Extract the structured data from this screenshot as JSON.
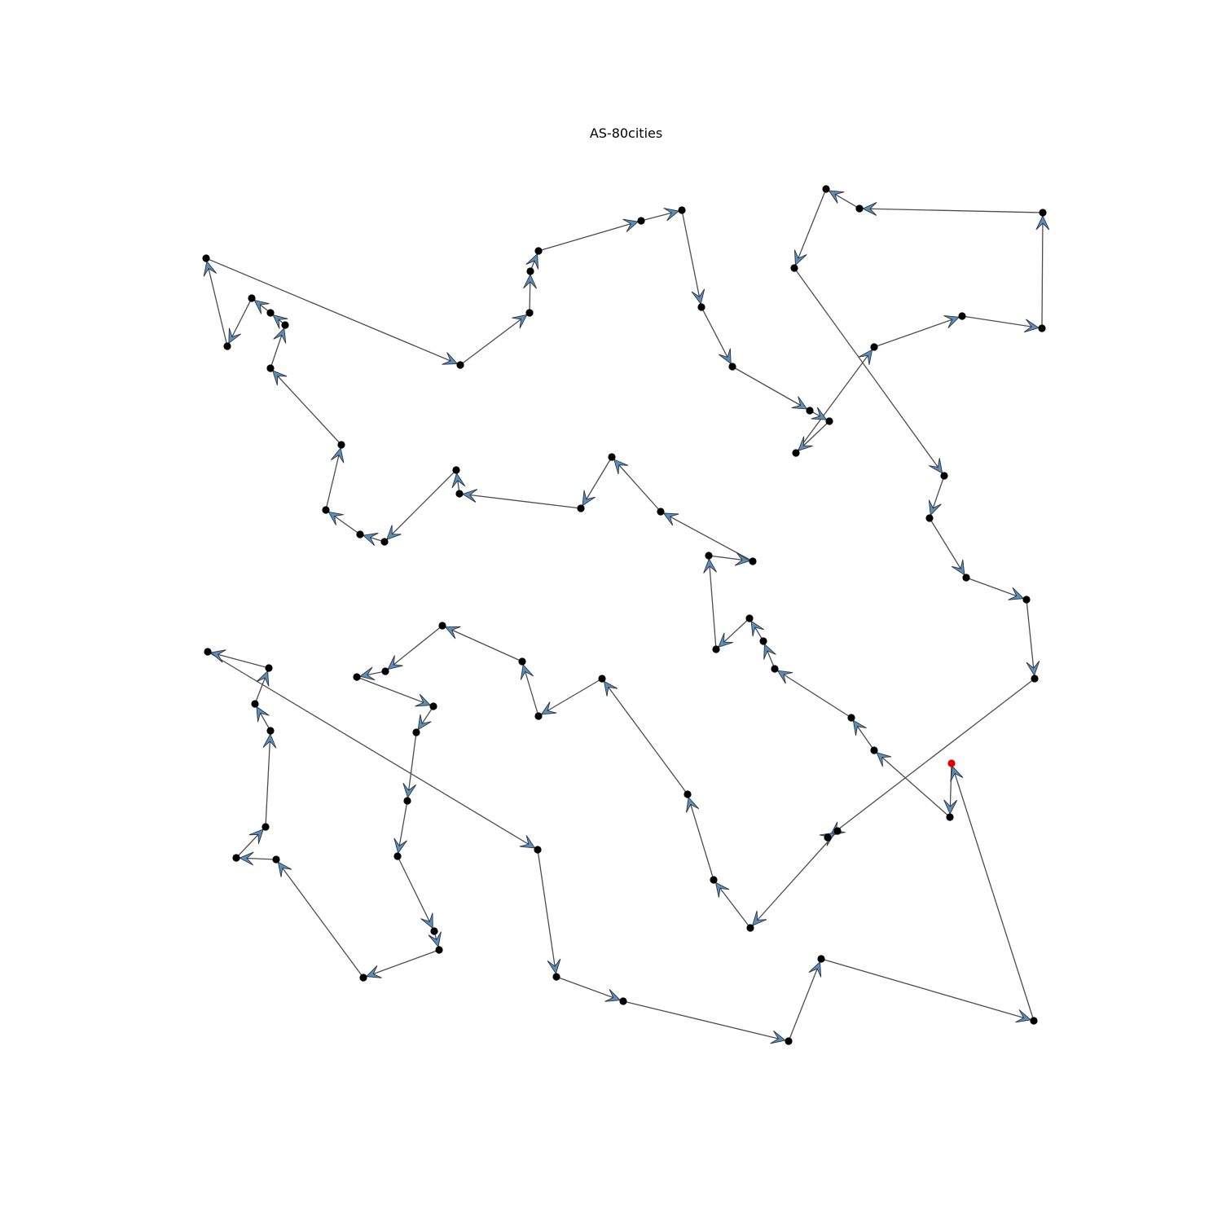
{
  "chart_data": {
    "type": "scatter",
    "title": "AS-80cities",
    "xlabel": "",
    "ylabel": "",
    "axes_visible": false,
    "grid": false,
    "legend": "none",
    "start_city_index": 0,
    "colors": {
      "edge": "#4d4d4d",
      "arrow_fill": "#5a8fba",
      "arrow_stroke": "#2e3440",
      "city": "#000000",
      "start_city": "#e00000"
    },
    "cities": [
      [
        1168,
        937
      ],
      [
        1166,
        1003
      ],
      [
        1073,
        921
      ],
      [
        1045,
        881
      ],
      [
        951,
        821
      ],
      [
        937,
        787
      ],
      [
        920,
        759
      ],
      [
        879,
        797
      ],
      [
        870,
        682
      ],
      [
        924,
        689
      ],
      [
        811,
        628
      ],
      [
        751,
        561
      ],
      [
        713,
        624
      ],
      [
        564,
        606
      ],
      [
        560,
        577
      ],
      [
        472,
        665
      ],
      [
        442,
        656
      ],
      [
        400,
        626
      ],
      [
        419,
        546
      ],
      [
        332,
        452
      ],
      [
        350,
        399
      ],
      [
        332,
        384
      ],
      [
        309,
        366
      ],
      [
        279,
        425
      ],
      [
        253,
        317
      ],
      [
        565,
        448
      ],
      [
        650,
        384
      ],
      [
        651,
        333
      ],
      [
        661,
        308
      ],
      [
        787,
        271
      ],
      [
        837,
        258
      ],
      [
        861,
        377
      ],
      [
        899,
        450
      ],
      [
        994,
        504
      ],
      [
        1018,
        517
      ],
      [
        977,
        556
      ],
      [
        1073,
        426
      ],
      [
        1181,
        388
      ],
      [
        1279,
        403
      ],
      [
        1280,
        261
      ],
      [
        1055,
        256
      ],
      [
        1014,
        232
      ],
      [
        975,
        329
      ],
      [
        1159,
        584
      ],
      [
        1141,
        636
      ],
      [
        1186,
        709
      ],
      [
        1260,
        736
      ],
      [
        1270,
        833
      ],
      [
        1016,
        1028
      ],
      [
        1028,
        1020
      ],
      [
        921,
        1139
      ],
      [
        876,
        1080
      ],
      [
        844,
        975
      ],
      [
        739,
        833
      ],
      [
        661,
        879
      ],
      [
        641,
        812
      ],
      [
        543,
        768
      ],
      [
        473,
        824
      ],
      [
        438,
        831
      ],
      [
        532,
        867
      ],
      [
        511,
        899
      ],
      [
        500,
        983
      ],
      [
        488,
        1051
      ],
      [
        533,
        1143
      ],
      [
        539,
        1166
      ],
      [
        446,
        1200
      ],
      [
        339,
        1055
      ],
      [
        290,
        1053
      ],
      [
        326,
        1015
      ],
      [
        332,
        897
      ],
      [
        313,
        864
      ],
      [
        330,
        820
      ],
      [
        255,
        800
      ],
      [
        660,
        1043
      ],
      [
        683,
        1199
      ],
      [
        765,
        1229
      ],
      [
        968,
        1278
      ],
      [
        1008,
        1177
      ],
      [
        1269,
        1253
      ]
    ]
  }
}
